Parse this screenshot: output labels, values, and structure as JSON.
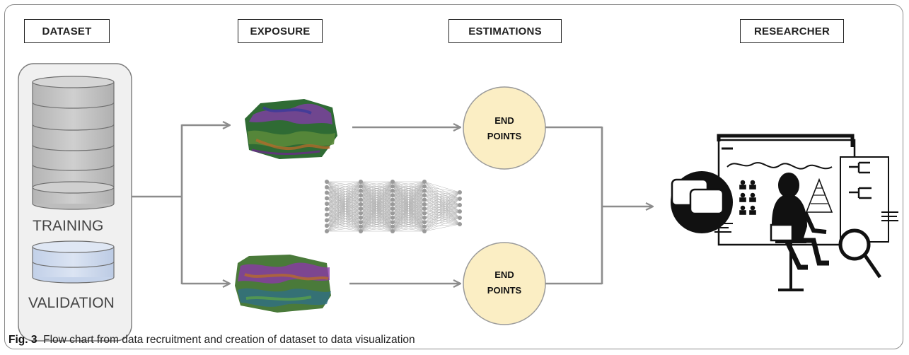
{
  "headers": {
    "dataset": "DATASET",
    "exposure": "EXPOSURE",
    "estimations": "ESTIMATIONS",
    "researcher": "RESEARCHER"
  },
  "dataset": {
    "training_label": "TRAINING",
    "validation_label": "VALIDATION"
  },
  "endpoints": {
    "top": {
      "line1": "END",
      "line2": "POINTS"
    },
    "bottom": {
      "line1": "END",
      "line2": "POINTS"
    }
  },
  "caption": {
    "label": "Fig. 3",
    "text": "Flow chart from data recruitment and creation of dataset to data visualization"
  },
  "colors": {
    "arrow": "#8c8c8c",
    "training_disk": "#c3c3c3",
    "validation_disk": "#cdd9ec",
    "endpoint_fill": "#fbeec4"
  }
}
